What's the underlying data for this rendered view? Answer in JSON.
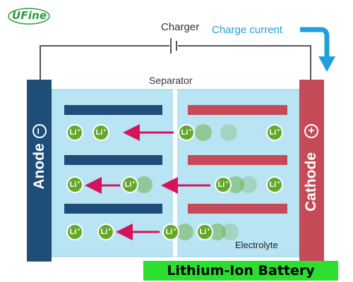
{
  "logo": {
    "text": "UFine"
  },
  "labels": {
    "charger": "Charger",
    "charge_current": "Charge current",
    "separator": "Separator",
    "electrolyte": "Electrolyte",
    "anode": "Anode",
    "cathode": "Cathode",
    "anode_sign": "−",
    "cathode_sign": "+"
  },
  "ion_label": "Li",
  "ion_charge": "+",
  "title": "Lithium-Ion Battery",
  "colors": {
    "anode": "#1e4d78",
    "cathode": "#c54a57",
    "electrolyte": "#b8e4f4",
    "anode_plate": "#1e4d78",
    "cathode_plate": "#c54a57",
    "lithium_ion": "#64a82b",
    "arrow": "#d4145a",
    "charge_arrow": "#1ea0dc",
    "title_background": "#2bde2f"
  },
  "icons": [
    "lithium-ion-icon",
    "battery-symbol-icon",
    "arrow-icon"
  ]
}
